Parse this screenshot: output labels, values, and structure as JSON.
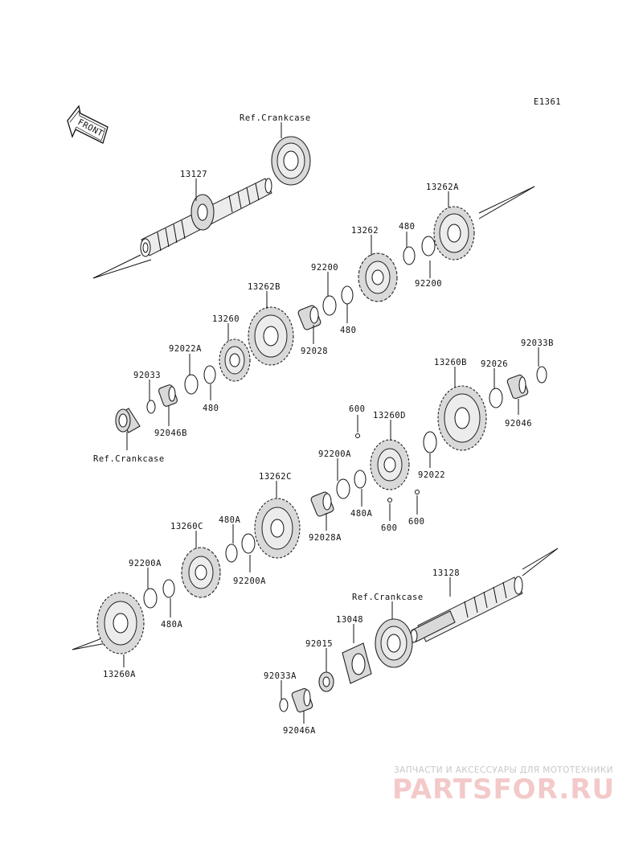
{
  "diagram_code": "E1361",
  "front_label": "FRONT",
  "labels": {
    "ref_crankcase_top": "Ref.Crankcase",
    "p13127": "13127",
    "p13262A": "13262A",
    "p480_a": "480",
    "p13262": "13262",
    "p92200_a": "92200",
    "p92200_b": "92200",
    "p480_b": "480",
    "p13262B": "13262B",
    "p92028": "92028",
    "p13260": "13260",
    "p92022A": "92022A",
    "p92033": "92033",
    "p480_c": "480",
    "p92046B": "92046B",
    "ref_crankcase_left": "Ref.Crankcase",
    "p92033B": "92033B",
    "p13260B": "13260B",
    "p92026": "92026",
    "p92046": "92046",
    "p600_a": "600",
    "p13260D": "13260D",
    "p92022": "92022",
    "p92200A_a": "92200A",
    "p13262C": "13262C",
    "p480A_a": "480A",
    "p600_b": "600",
    "p600_c": "600",
    "p92028A": "92028A",
    "p480A_b": "480A",
    "p13260C": "13260C",
    "p92200A_b": "92200A",
    "p92200A_c": "92200A",
    "p480A_c": "480A",
    "p13260A": "13260A",
    "p13128": "13128",
    "ref_crankcase_bottom": "Ref.Crankcase",
    "p13048": "13048",
    "p92015": "92015",
    "p92033A": "92033A",
    "p92046A": "92046A"
  },
  "watermark": {
    "top": "ЗАПЧАСТИ И АКСЕССУАРЫ ДЛЯ МОТОТЕХНИКИ",
    "logo": "PARTSFOR.RU"
  }
}
